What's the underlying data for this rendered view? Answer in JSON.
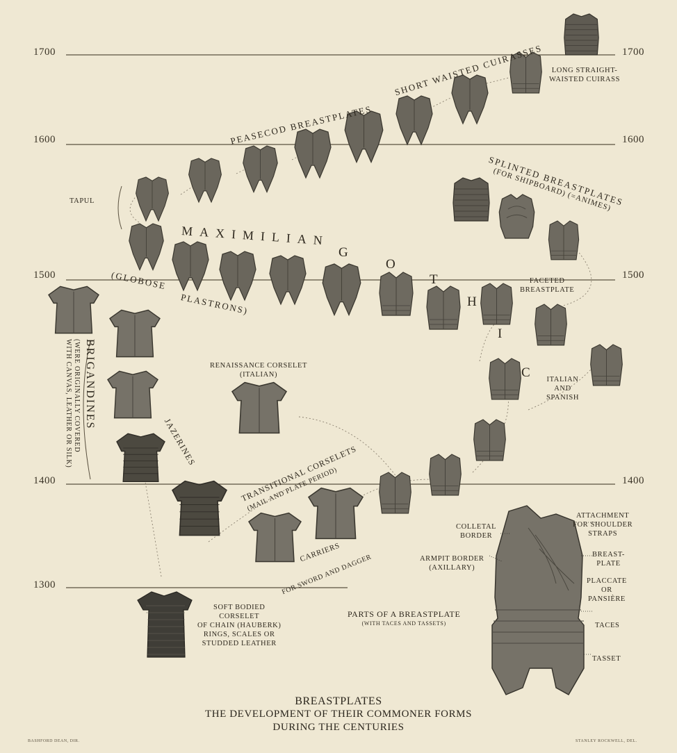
{
  "years": [
    "1700",
    "1600",
    "1500",
    "1400",
    "1300"
  ],
  "titles": {
    "main": "BREASTPLATES",
    "sub1": "THE DEVELOPMENT OF THEIR COMMONER FORMS",
    "sub2": "DURING THE CENTURIES"
  },
  "labels": {
    "long_straight_1": "LONG STRAIGHT-",
    "long_straight_2": "WAISTED CUIRASS",
    "short_waisted": "SHORT WAISTED CUIRASSES",
    "peasecod": "PEASECOD BREASTPLATES",
    "tapul": "TAPUL",
    "splinted_1": "SPLINTED BREASTPLATES",
    "splinted_2": "(FOR SHIPBOARD) (=ANIMES)",
    "maximilian": "MAXIMILIAN",
    "globose": "(GLOBOSE",
    "plastrons": "PLASTRONS)",
    "gothic": [
      "G",
      "O",
      "T",
      "H",
      "I",
      "C"
    ],
    "faceted_1": "FACETED",
    "faceted_2": "BREASTPLATE",
    "brigandines": "BRIGANDINES",
    "brig_note_1": "(WERE ORIGINALLY COVERED",
    "brig_note_2": "WITH CANVAS, LEATHER OR SILK)",
    "jazerines": "JAZERINES",
    "renaissance_1": "RENAISSANCE CORSELET",
    "renaissance_2": "(ITALIAN)",
    "italian_1": "ITALIAN",
    "italian_2": "AND",
    "italian_3": "SPANISH",
    "transitional_1": "TRANSITIONAL CORSELETS",
    "transitional_2": "(MAIL AND PLATE PERIOD)",
    "carriers_1": "CARRIERS",
    "carriers_2": "FOR SWORD AND DAGGER",
    "colletal_1": "COLLETAL",
    "colletal_2": "BORDER",
    "attachment_1": "ATTACHMENT",
    "attachment_2": "FOR SHOULDER",
    "attachment_3": "STRAPS",
    "breastplate_1": "BREAST-",
    "breastplate_2": "PLATE",
    "armpit_1": "ARMPIT BORDER",
    "armpit_2": "(AXILLARY)",
    "placcate_1": "PLACCATE",
    "placcate_2": "OR",
    "placcate_3": "PANSIÈRE",
    "taces": "TACES",
    "tasset": "TASSET",
    "soft_1": "SOFT BODIED",
    "soft_2": "CORSELET",
    "soft_3": "OF CHAIN (HAUBERK)",
    "soft_4": "RINGS, SCALES OR",
    "soft_5": "STUDDED LEATHER",
    "parts_1": "PARTS OF A BREASTPLATE",
    "parts_2": "(WITH TACES AND TASSETS)"
  },
  "credits": {
    "left": "BASHFORD DEAN, DIR.",
    "right": "STANLEY ROCKWELL, DEL."
  },
  "colors": {
    "paper": "#efe8d3",
    "ink": "#2f2a20",
    "armor": "#6e6a60",
    "armor_dark": "#4c4940"
  }
}
